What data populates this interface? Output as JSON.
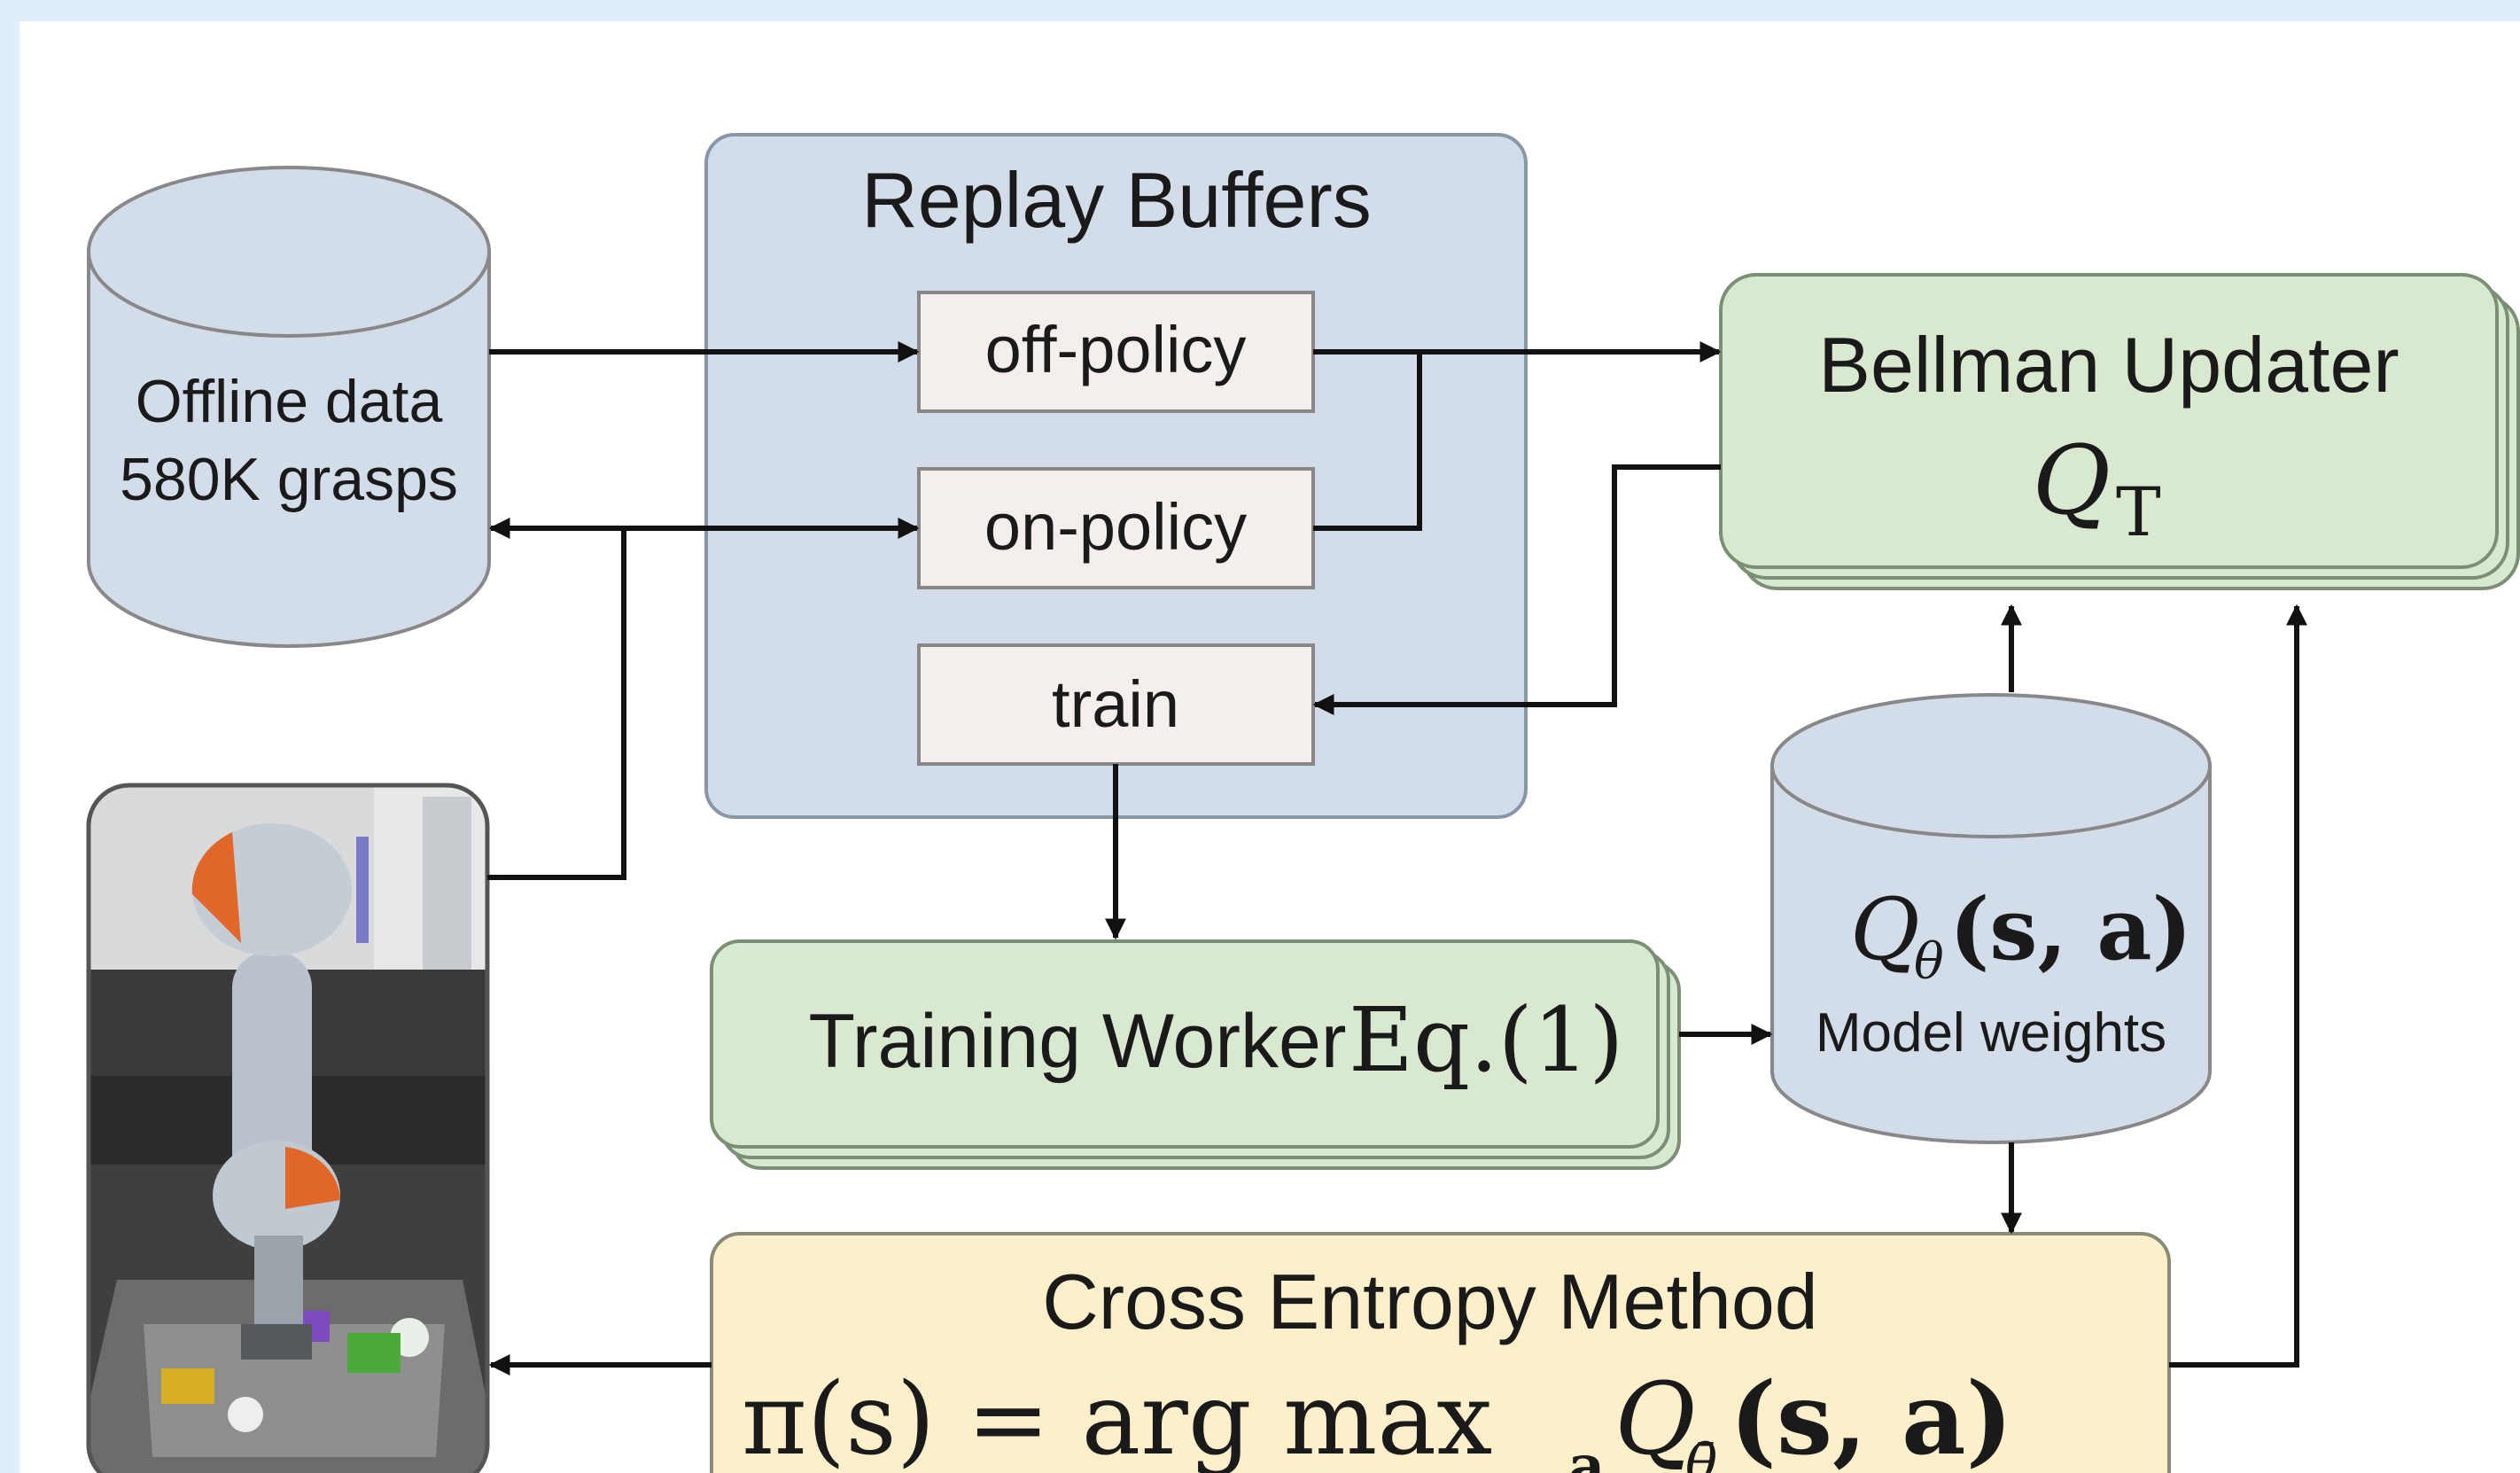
{
  "replay_buffers": {
    "title": "Replay Buffers",
    "off_policy": "off-policy",
    "on_policy": "on-policy",
    "train": "train"
  },
  "offline_data": {
    "line1": "Offline data",
    "line2": "580K grasps"
  },
  "bellman_updater": {
    "title": "Bellman Updater",
    "symbol": "Q",
    "subscript": "T"
  },
  "model_weights": {
    "symbol": "Q",
    "subscript": "θ",
    "args": "(s, a)",
    "label": "Model weights"
  },
  "training_worker": {
    "label": "Training Worker",
    "equation": "Eq.(1)"
  },
  "cem": {
    "title": "Cross Entropy Method",
    "formula_left": "π(s) = arg max",
    "formula_sub_a": "a",
    "formula_q": "Q",
    "formula_sub_theta": "θ̄",
    "formula_args": "(s, a)"
  },
  "colors": {
    "buffer_fill": "#d3dde9",
    "green_fill": "#d8e9cf",
    "yellow_fill": "#fcefca",
    "item_fill": "#f4eeec",
    "stroke": "#888888",
    "arrow": "#111111",
    "robot_orange": "#e0662a"
  }
}
